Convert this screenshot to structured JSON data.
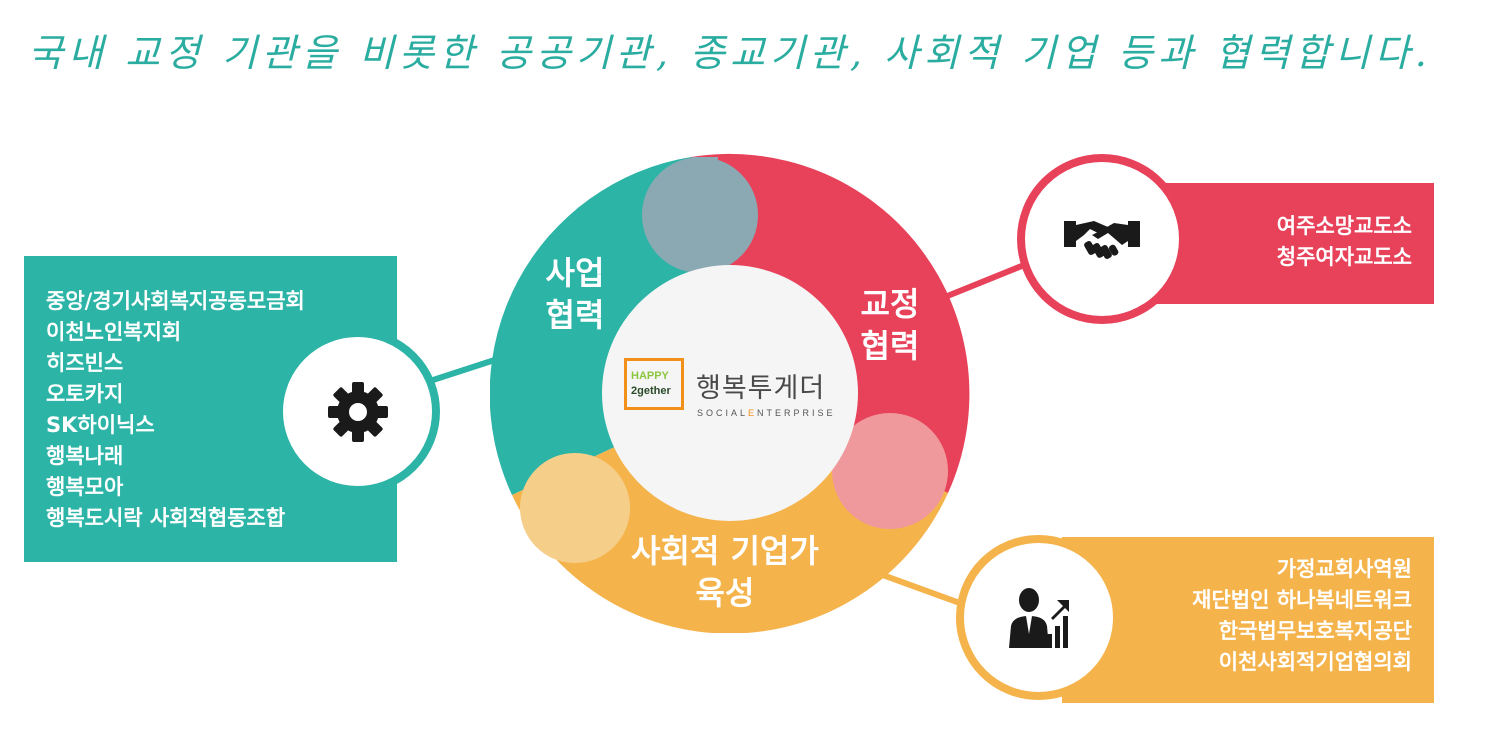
{
  "headline": "국내 교정 기관을 비롯한 공공기관, 종교기관, 사회적 기업 등과 협력합니다.",
  "center_logo": {
    "mark_line1": "HAPPY",
    "mark_line2": "2gether",
    "name_kr": "행복투게더",
    "name_en": "SOCIALENTERPRISE"
  },
  "ring_segments": [
    {
      "label_line1": "사업",
      "label_line2": "협력",
      "color": "#2cb4a6"
    },
    {
      "label_line1": "교정",
      "label_line2": "협력",
      "color": "#e8415a"
    },
    {
      "label_line1": "사회적 기업가",
      "label_line2": "육성",
      "color": "#f5b34b"
    }
  ],
  "left_box": {
    "color": "#2cb4a6",
    "icon": "gear-icon",
    "items": [
      "중앙/경기사회복지공동모금회",
      "이천노인복지회",
      "히즈빈스",
      "오토카지",
      "SK하이닉스",
      "행복나래",
      "행복모아",
      "행복도시락 사회적협동조합"
    ]
  },
  "right_top_box": {
    "color": "#e8415a",
    "icon": "handshake-icon",
    "items": [
      "여주소망교도소",
      "청주여자교도소"
    ]
  },
  "right_bottom_box": {
    "color": "#f5b34b",
    "icon": "business-growth-icon",
    "items": [
      "가정교회사역원",
      "재단법인 하나복네트워크",
      "한국법무보호복지공단",
      "이천사회적기업협의회"
    ]
  }
}
